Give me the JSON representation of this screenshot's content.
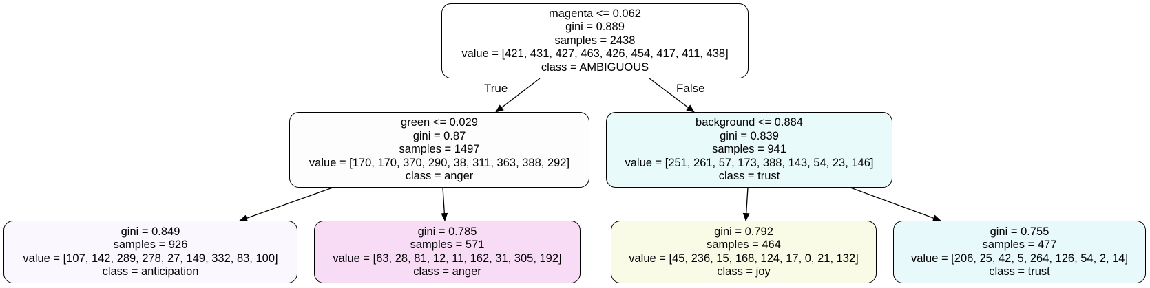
{
  "nodes": [
    {
      "id": "root",
      "fill": "#ffffff",
      "lines": [
        "magenta <= 0.062",
        "gini = 0.889",
        "samples = 2438",
        "value = [421, 431, 427, 463, 426, 454, 417, 411, 438]",
        "class = AMBIGUOUS"
      ]
    },
    {
      "id": "left",
      "fill": "#fdfdfd",
      "lines": [
        "green <= 0.029",
        "gini = 0.87",
        "samples = 1497",
        "value = [170, 170, 370, 290, 38, 311, 363, 388, 292]",
        "class = anger"
      ]
    },
    {
      "id": "right",
      "fill": "#e9fafa",
      "lines": [
        "background <= 0.884",
        "gini = 0.839",
        "samples = 941",
        "value = [251, 261, 57, 173, 388, 143, 54, 23, 146]",
        "class = trust"
      ]
    },
    {
      "id": "ll",
      "fill": "#faf7fe",
      "lines": [
        "gini = 0.849",
        "samples = 926",
        "value = [107, 142, 289, 278, 27, 149, 332, 83, 100]",
        "class = anticipation"
      ]
    },
    {
      "id": "lr",
      "fill": "#f8dcf6",
      "lines": [
        "gini = 0.785",
        "samples = 571",
        "value = [63, 28, 81, 12, 11, 162, 31, 305, 192]",
        "class = anger"
      ]
    },
    {
      "id": "rl",
      "fill": "#f9fbe6",
      "lines": [
        "gini = 0.792",
        "samples = 464",
        "value = [45, 236, 15, 168, 124, 17, 0, 21, 132]",
        "class = joy"
      ]
    },
    {
      "id": "rr",
      "fill": "#e7f9fa",
      "lines": [
        "gini = 0.755",
        "samples = 477",
        "value = [206, 25, 42, 5, 264, 126, 54, 2, 14]",
        "class = trust"
      ]
    }
  ],
  "edges": [
    {
      "from": "root",
      "to": "left",
      "label": "True"
    },
    {
      "from": "root",
      "to": "right",
      "label": "False"
    },
    {
      "from": "left",
      "to": "ll",
      "label": ""
    },
    {
      "from": "left",
      "to": "lr",
      "label": ""
    },
    {
      "from": "right",
      "to": "rl",
      "label": ""
    },
    {
      "from": "right",
      "to": "rr",
      "label": ""
    }
  ]
}
